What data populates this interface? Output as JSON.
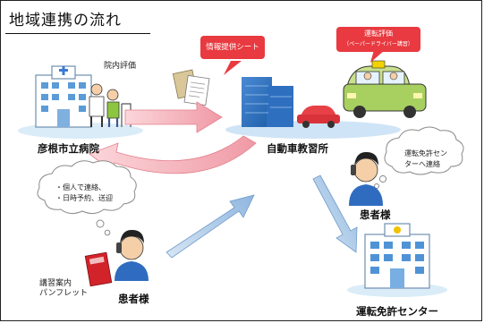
{
  "header": {
    "title": "地域連携の流れ"
  },
  "nodes": {
    "hospital": {
      "label": "彦根市立病院",
      "note": "院内評価"
    },
    "school": {
      "label": "自動車教習所"
    },
    "patient_left": {
      "label": "患者様"
    },
    "patient_right": {
      "label": "患者様"
    },
    "license_center": {
      "label": "運転免許センター"
    },
    "pamphlet": {
      "line1": "講習案内",
      "line2": "パンフレット"
    }
  },
  "callouts": {
    "info_sheet": "情報提供シート",
    "driving_eval_line1": "運転評価",
    "driving_eval_line2": "（ペーパードライバー講習）"
  },
  "clouds": {
    "patient_left_line1": "・個人で連絡、",
    "patient_left_line2": "・日時予約、送迎",
    "patient_right_line1": "運転免許セン",
    "patient_right_line2": "ターへ連絡"
  },
  "colors": {
    "arrow_pink": "#f4b4bc",
    "arrow_blue": "#a8c8e8",
    "callout_red": "#e83a40"
  }
}
